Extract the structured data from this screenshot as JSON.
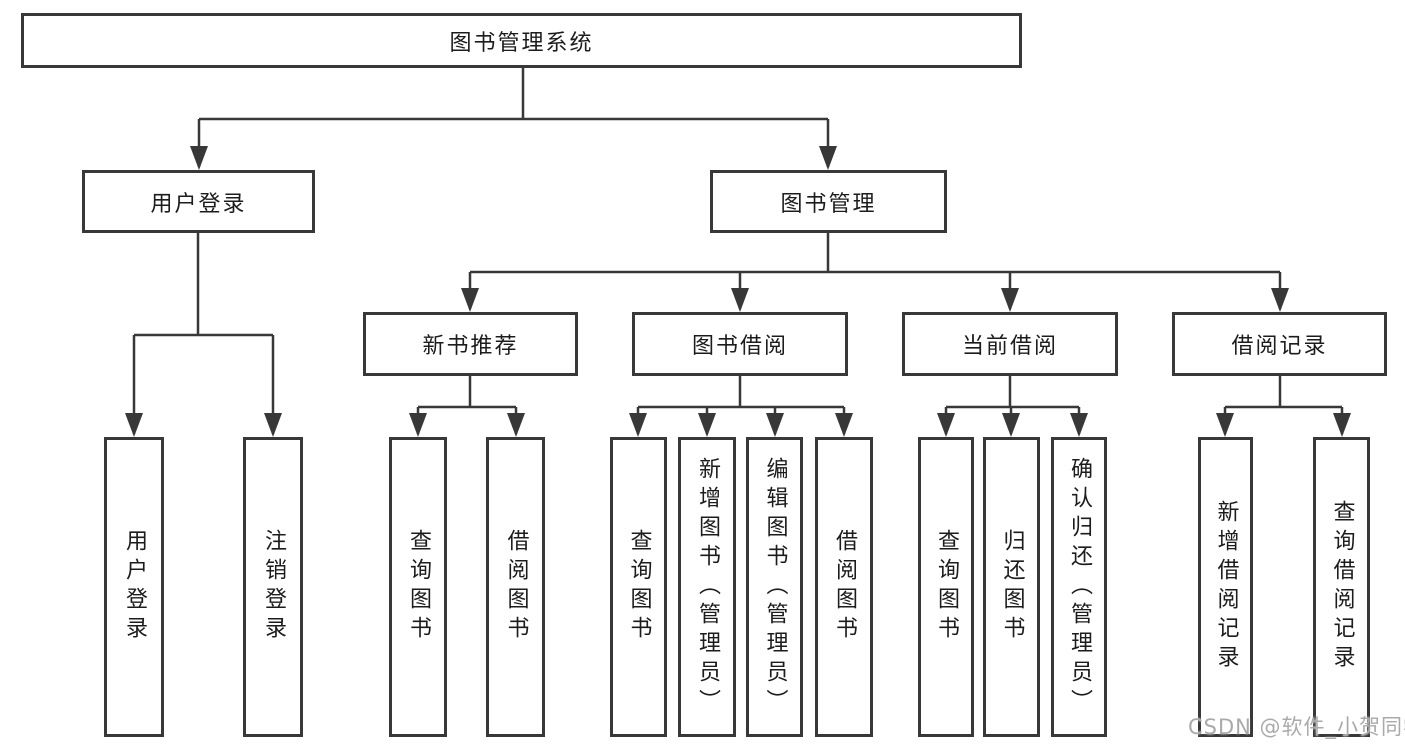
{
  "tree": {
    "root": {
      "label": "图书管理系统",
      "children": [
        {
          "label": "用户登录",
          "children": [
            {
              "label": "用户登录"
            },
            {
              "label": "注销登录"
            }
          ]
        },
        {
          "label": "图书管理",
          "children": [
            {
              "label": "新书推荐",
              "children": [
                {
                  "label": "查询图书"
                },
                {
                  "label": "借阅图书"
                }
              ]
            },
            {
              "label": "图书借阅",
              "children": [
                {
                  "label": "查询图书"
                },
                {
                  "label": "新增图书（管理员）"
                },
                {
                  "label": "编辑图书（管理员）"
                },
                {
                  "label": "借阅图书"
                }
              ]
            },
            {
              "label": "当前借阅",
              "children": [
                {
                  "label": "查询图书"
                },
                {
                  "label": "归还图书"
                },
                {
                  "label": "确认归还（管理员）"
                }
              ]
            },
            {
              "label": "借阅记录",
              "children": [
                {
                  "label": "新增借阅记录"
                },
                {
                  "label": "查询借阅记录"
                }
              ]
            }
          ]
        }
      ]
    }
  },
  "watermark": {
    "text": "CSDN @软件_小贺同学"
  },
  "colors": {
    "line": "#383838",
    "text": "#1c1c1c",
    "watermark": "#aaaaaa",
    "background": "#ffffff"
  }
}
